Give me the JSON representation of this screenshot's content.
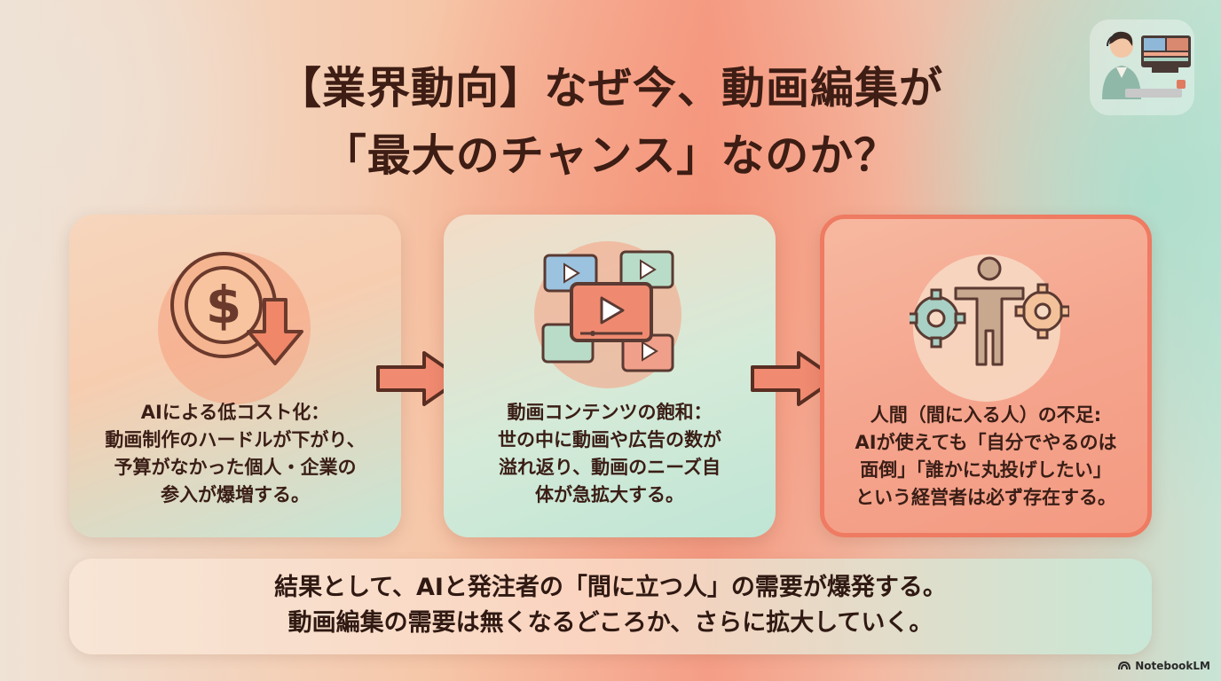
{
  "title": {
    "line1": "【業界動向】なぜ今、動画編集が",
    "line2": "「最大のチャンス」なのか？"
  },
  "cards": [
    {
      "icon": "dollar-down-icon",
      "lines": [
        "AIによる低コスト化：",
        "動画制作のハードルが下がり、",
        "予算がなかった個人・企業の",
        "参入が爆増する。"
      ]
    },
    {
      "icon": "video-tiles-icon",
      "lines": [
        "動画コンテンツの飽和：",
        "世の中に動画や広告の数が",
        "溢れ返り、動画のニーズ自",
        "体が急拡大する。"
      ]
    },
    {
      "icon": "person-gears-icon",
      "lines": [
        "人間（間に入る人）の不足:",
        "AIが使えても「自分でやるのは",
        "面倒」「誰かに丸投げしたい」",
        "という経営者は必ず存在する。"
      ]
    }
  ],
  "conclusion": {
    "line1": "結果として、AIと発注者の「間に立つ人」の需要が爆発する。",
    "line2": "動画編集の需要は無くなるどころか、さらに拡大していく。"
  },
  "brand": "NotebookLM",
  "colors": {
    "accent": "#ee7b62",
    "text": "#3a1e16",
    "arrow": "#f08a70"
  }
}
